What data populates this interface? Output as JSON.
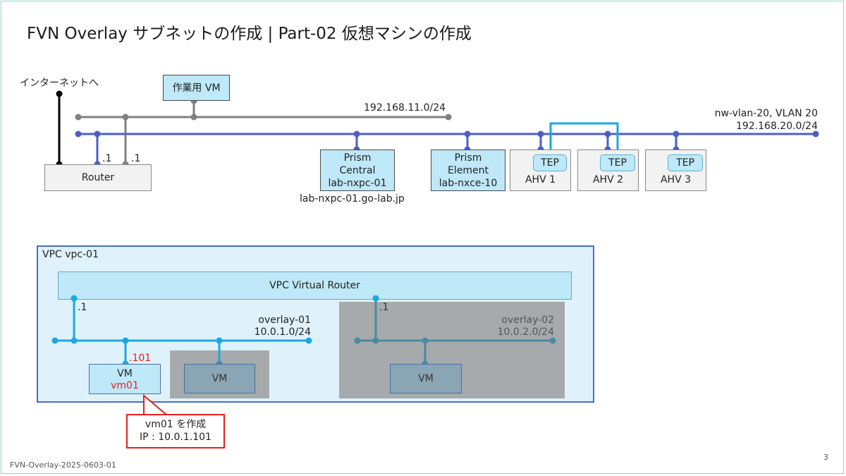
{
  "title": "FVN Overlay サブネットの作成 | Part-02 仮想マシンの作成",
  "top": {
    "internet_label": "インターネットへ",
    "work_vm": "作業用 VM",
    "net11": "192.168.11.0/24",
    "net20_name": "nw-vlan-20, VLAN 20",
    "net20_cidr": "192.168.20.0/24",
    "router": "Router",
    "router_ip_a": ".1",
    "router_ip_b": ".1",
    "pc_line1": "Prism",
    "pc_line2": "Central",
    "pc_line3": "lab-nxpc-01",
    "pc_fqdn": "lab-nxpc-01.go-lab.jp",
    "pe_line1": "Prism",
    "pe_line2": "Element",
    "pe_line3": "lab-nxce-10",
    "tep": "TEP",
    "ahv1": "AHV 1",
    "ahv2": "AHV 2",
    "ahv3": "AHV 3"
  },
  "vpc": {
    "name": "VPC vpc-01",
    "router": "VPC Virtual Router",
    "ov1_gw": ".1",
    "ov1_name": "overlay-01",
    "ov1_cidr": "10.0.1.0/24",
    "ov2_gw": ".1",
    "ov2_name": "overlay-02",
    "ov2_cidr": "10.0.2.0/24",
    "vm_ip": ".101",
    "vm_label": "VM",
    "vm_name": "vm01",
    "vm_other": "VM",
    "vm_ov2": "VM"
  },
  "callout": {
    "line1": "vm01 を作成",
    "line2": "IP : 10.0.1.101"
  },
  "footer": "FVN-Overlay-2025-0603-01",
  "page_number": "3",
  "colors": {
    "vlan20": "#4a5fc4",
    "mgmt": "#808080",
    "internet": "#000000",
    "overlay": "#1aa8e0",
    "overlay_dim": "#4a8aa0",
    "highlight": "#e02020"
  }
}
